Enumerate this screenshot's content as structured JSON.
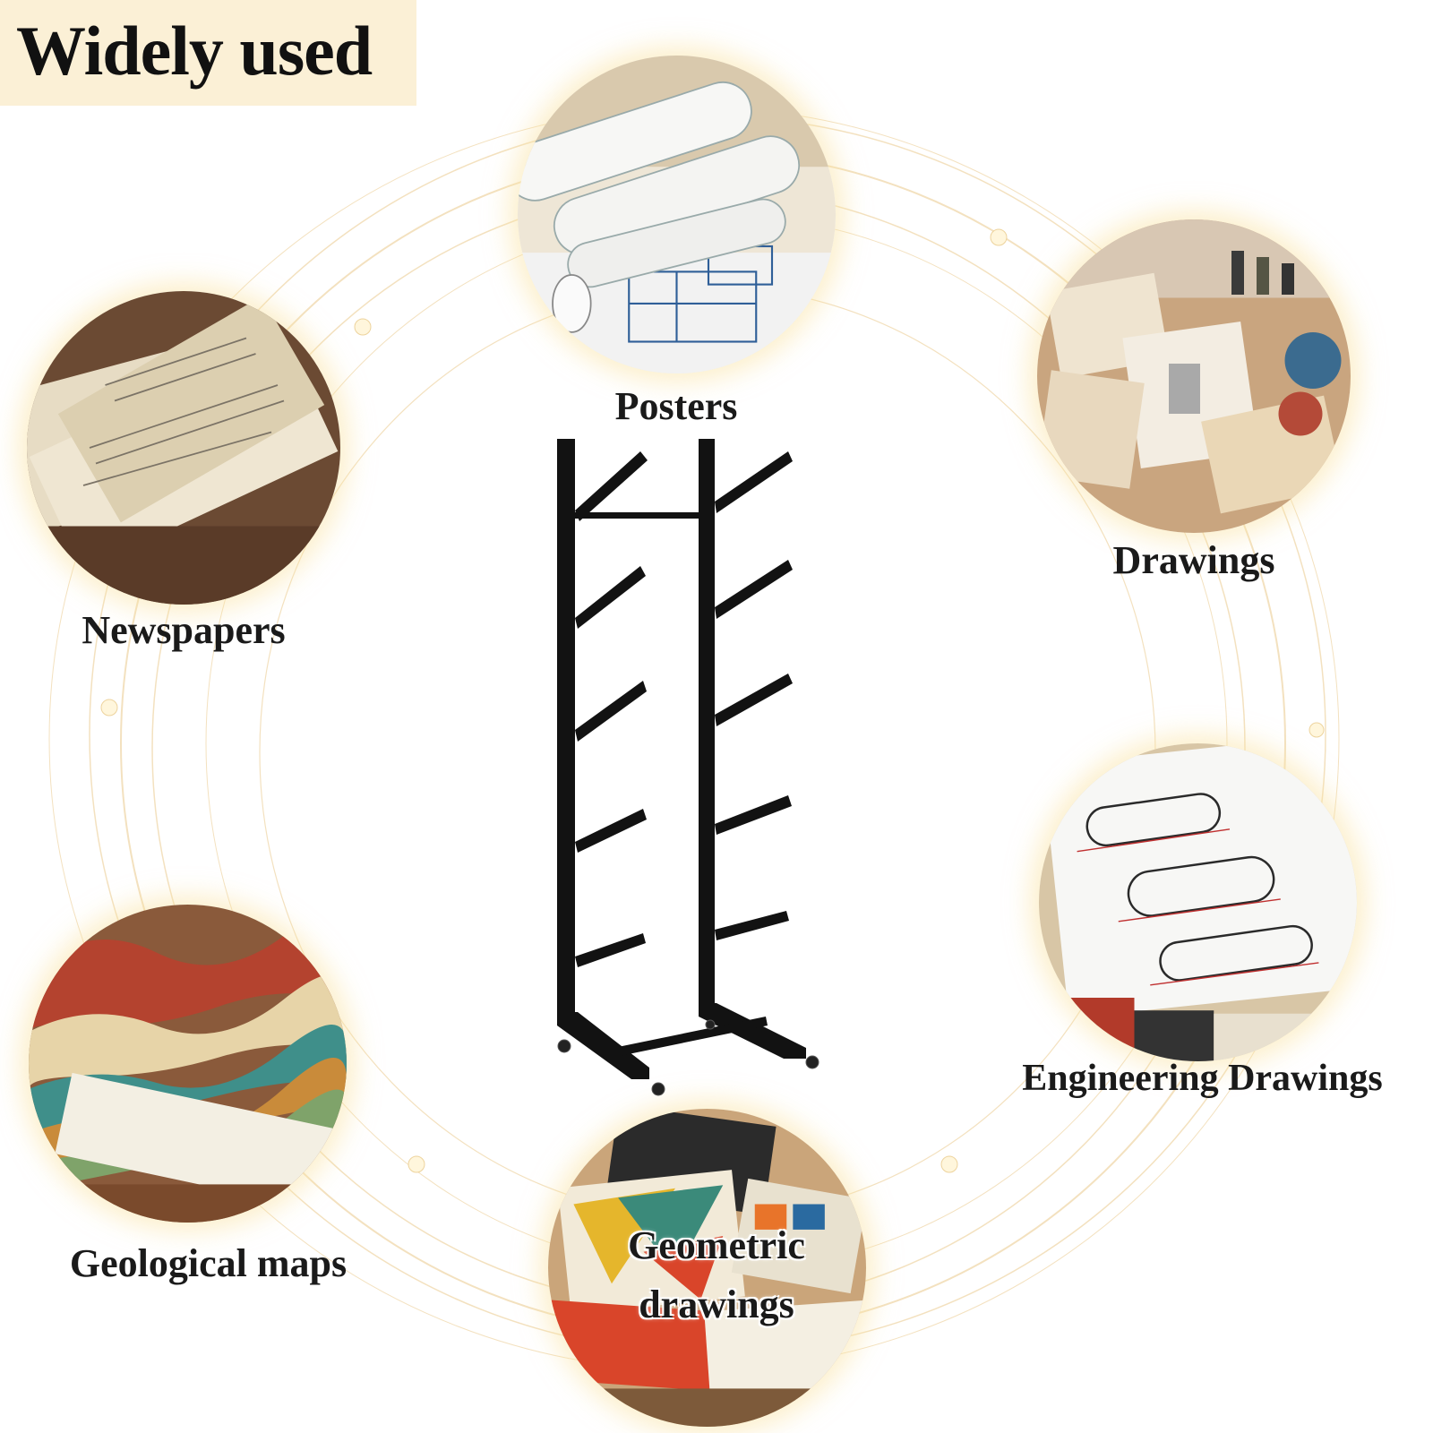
{
  "header": {
    "title": "Widely used"
  },
  "categories": {
    "posters": "Posters",
    "drawings": "Drawings",
    "newspapers": "Newspapers",
    "engineering": "Engineering Drawings",
    "geological": "Geological maps",
    "geometric_line1": "Geometric",
    "geometric_line2": "drawings"
  }
}
